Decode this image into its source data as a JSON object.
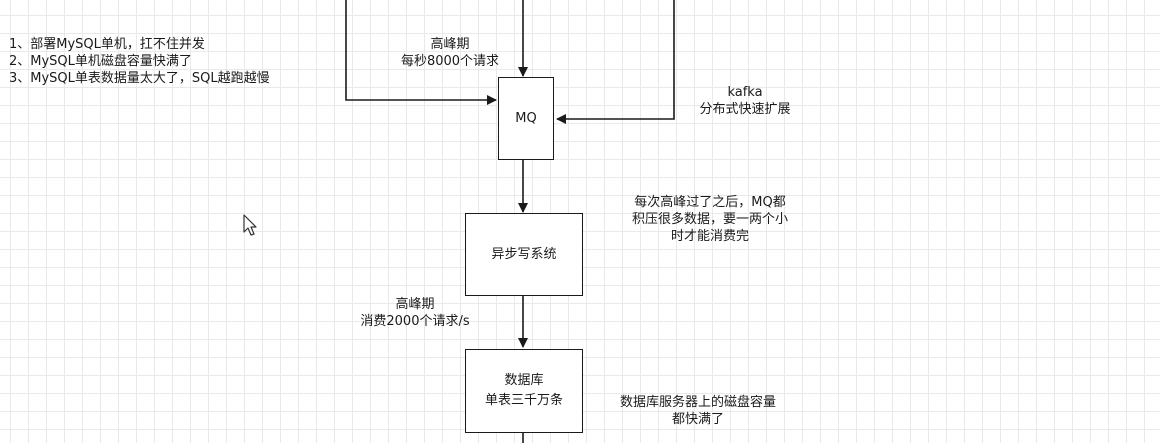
{
  "problems": [
    "1、部署MySQL单机，扛不住并发",
    "2、MySQL单机磁盘容量快满了",
    "3、MySQL单表数据量太大了，SQL越跑越慢"
  ],
  "peak_in": {
    "line1": "高峰期",
    "line2": "每秒8000个请求"
  },
  "kafka": {
    "line1": "kafka",
    "line2": "分布式快速扩展"
  },
  "nodes": {
    "mq": "MQ",
    "async": "异步写系统",
    "db": {
      "line1": "数据库",
      "line2": "单表三千万条"
    }
  },
  "backlog": [
    "每次高峰过了之后，MQ都",
    "积压很多数据，要一两个小",
    "时才能消费完"
  ],
  "peak_out": {
    "line1": "高峰期",
    "line2": "消费2000个请求/s"
  },
  "db_note": {
    "line1": "数据库服务器上的磁盘容量",
    "line2": "都快满了"
  },
  "colors": {
    "stroke": "#1a1a1a",
    "grid": "#e9e9e9",
    "background": "#ffffff"
  },
  "icons": [
    "mouse-pointer-icon"
  ]
}
